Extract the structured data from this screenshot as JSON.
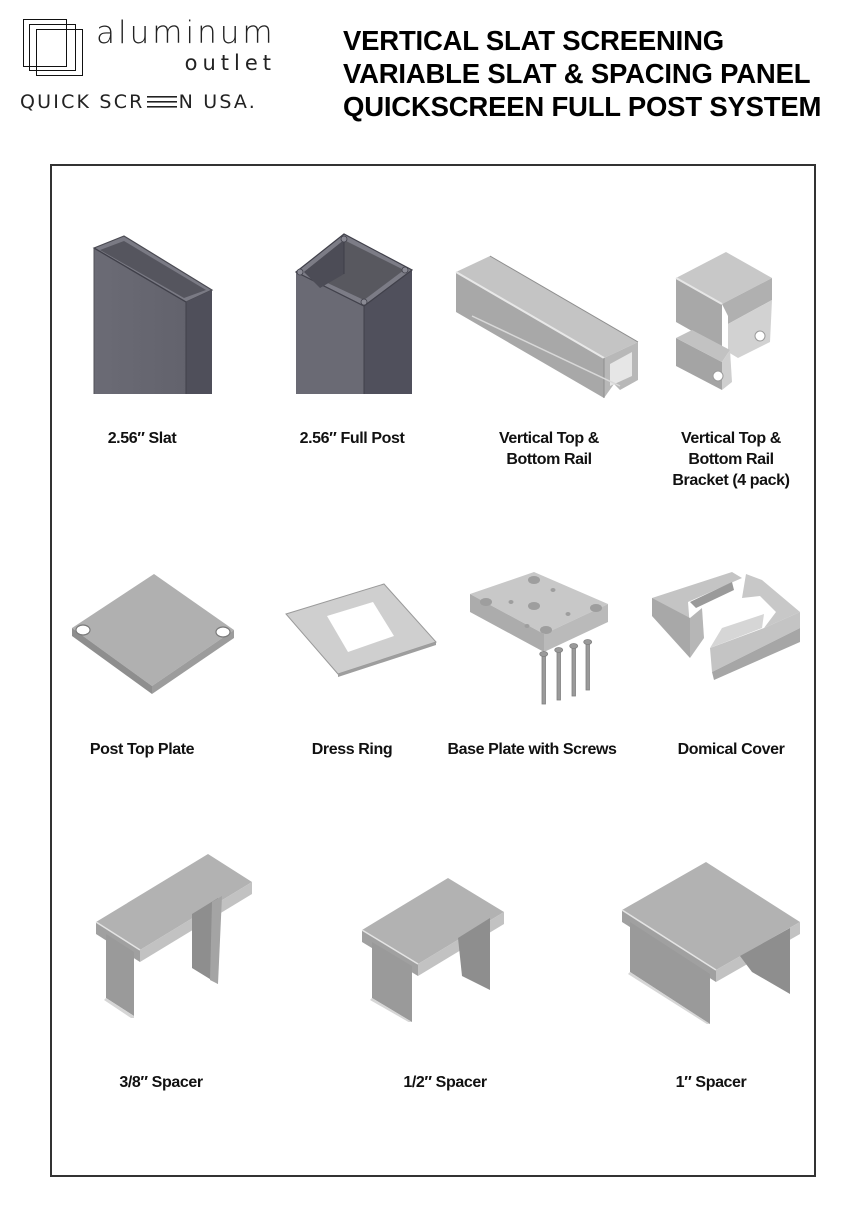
{
  "header": {
    "logo": {
      "brand_line1": "aluminum",
      "brand_line2": "outlet",
      "tagline_part1": "QUICK SCR",
      "tagline_part2": "N USA.",
      "mark_icon": "overlapping-squares-icon"
    },
    "title_lines": [
      "VERTICAL SLAT SCREENING",
      "VARIABLE SLAT & SPACING PANEL",
      "QUICKSCREEN FULL POST SYSTEM"
    ]
  },
  "components": {
    "row1": [
      {
        "id": "slat",
        "label_lines": [
          "2.56″ Slat"
        ],
        "icon": "slat-profile-icon"
      },
      {
        "id": "full-post",
        "label_lines": [
          "2.56″ Full Post"
        ],
        "icon": "square-post-icon"
      },
      {
        "id": "top-bottom-rail",
        "label_lines": [
          "Vertical Top &",
          "Bottom Rail"
        ],
        "icon": "rail-channel-icon"
      },
      {
        "id": "rail-bracket",
        "label_lines": [
          "Vertical Top &",
          "Bottom Rail",
          "Bracket (4 pack)"
        ],
        "icon": "rail-bracket-icon"
      }
    ],
    "row2": [
      {
        "id": "post-top-plate",
        "label_lines": [
          "Post Top Plate"
        ],
        "icon": "top-plate-icon"
      },
      {
        "id": "dress-ring",
        "label_lines": [
          "Dress Ring"
        ],
        "icon": "dress-ring-icon"
      },
      {
        "id": "base-plate",
        "label_lines": [
          "Base Plate with Screws"
        ],
        "icon": "base-plate-screws-icon"
      },
      {
        "id": "domical-cover",
        "label_lines": [
          "Domical Cover"
        ],
        "icon": "domical-cover-icon"
      }
    ],
    "row3": [
      {
        "id": "spacer-3-8",
        "label_lines": [
          "3/8″ Spacer"
        ],
        "icon": "spacer-icon"
      },
      {
        "id": "spacer-1-2",
        "label_lines": [
          "1/2″ Spacer"
        ],
        "icon": "spacer-icon"
      },
      {
        "id": "spacer-1",
        "label_lines": [
          "1″ Spacer"
        ],
        "icon": "spacer-icon"
      }
    ]
  },
  "colors": {
    "text": "#000000",
    "frame_border": "#333333",
    "dark_metal": "#5c5c66",
    "light_metal": "#b4b4b4"
  }
}
